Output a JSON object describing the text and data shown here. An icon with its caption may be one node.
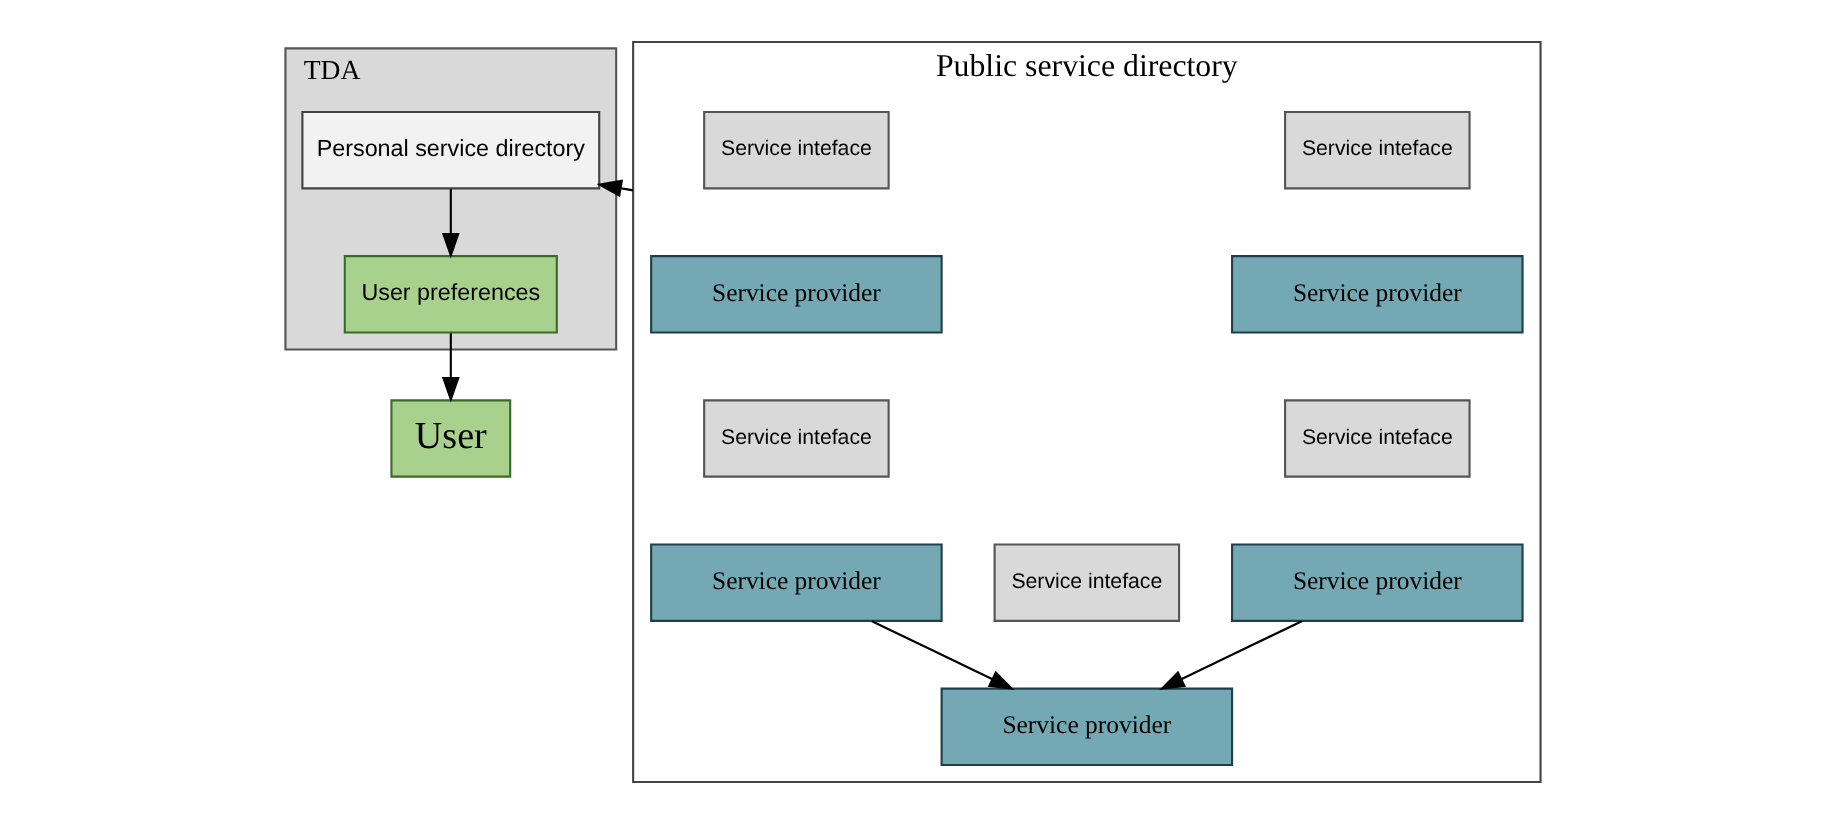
{
  "diagram": {
    "nodes": [
      {
        "text": [
          "User"
        ]
      },
      {
        "text": [
          "TDA"
        ]
      },
      {
        "text": [
          "User preferences"
        ],
        "in": 1
      },
      {
        "text": [
          "Personal service directory"
        ],
        "in": 1
      },
      {
        "text": [
          "Public service directory"
        ]
      },
      {
        "text": [
          "Service inteface"
        ],
        "in": 4
      },
      {
        "text": [
          "Service provider"
        ],
        "in": 4
      },
      {
        "text": [
          "Service inteface"
        ],
        "in": 4
      },
      {
        "text": [
          "Service provider"
        ],
        "in": 4
      },
      {
        "text": [
          "Service inteface"
        ],
        "in": 4
      },
      {
        "text": [
          "Service provider"
        ],
        "in": 4
      },
      {
        "text": [
          "Service inteface"
        ],
        "in": 4
      },
      {
        "text": [
          "Service provider"
        ],
        "in": 4
      },
      {
        "text": [
          "Service inteface"
        ],
        "in": 4
      },
      {
        "text": [
          "Service provider"
        ],
        "in": 4
      }
    ],
    "edges": [
      {
        "from": 2,
        "to": 0,
        "arrow": "to"
      },
      {
        "from": 3,
        "to": 2,
        "arrow": "to"
      },
      {
        "from": 4,
        "to": 3,
        "arrow": "to"
      },
      {
        "from": 12,
        "to": 8,
        "arrow": "to"
      },
      {
        "from": 14,
        "to": 8,
        "arrow": "to"
      }
    ]
  }
}
